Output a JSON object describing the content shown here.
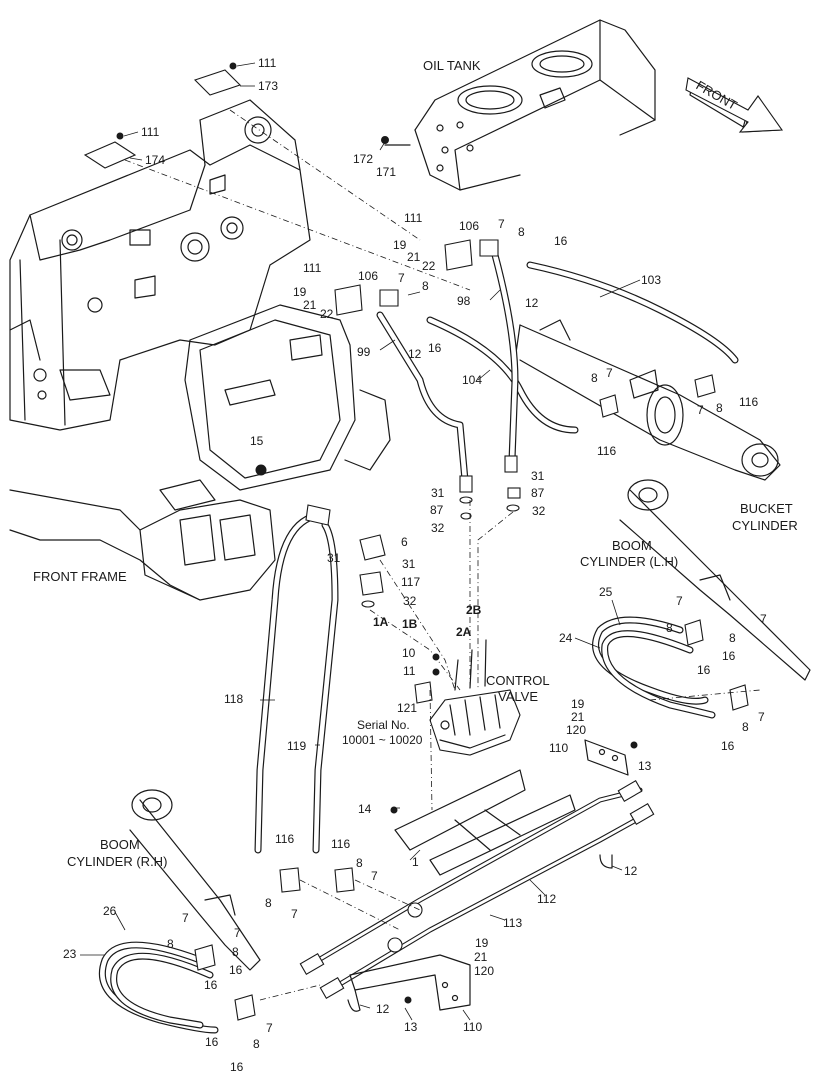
{
  "titles": {
    "oil_tank": "OIL TANK",
    "front": "FRONT",
    "front_frame": "FRONT FRAME",
    "bucket_cylinder_1": "BUCKET",
    "bucket_cylinder_2": "CYLINDER",
    "boom_lh_1": "BOOM",
    "boom_lh_2": "CYLINDER (L.H)",
    "boom_rh_1": "BOOM",
    "boom_rh_2": "CYLINDER (R.H)",
    "control_valve_1": "CONTROL",
    "control_valve_2": "VALVE",
    "serial_1": "Serial No.",
    "serial_2": "10001 ~ 10020"
  },
  "port_labels": {
    "p1a": "1A",
    "p1b": "1B",
    "p2a": "2A",
    "p2b": "2B"
  },
  "callouts": [
    "111",
    "173",
    "111",
    "174",
    "172",
    "171",
    "111",
    "106",
    "7",
    "8",
    "16",
    "19",
    "21",
    "22",
    "98",
    "12",
    "103",
    "111",
    "106",
    "7",
    "8",
    "19",
    "21",
    "22",
    "99",
    "12",
    "16",
    "104",
    "8",
    "7",
    "7",
    "8",
    "116",
    "116",
    "15",
    "31",
    "87",
    "32",
    "31",
    "87",
    "32",
    "6",
    "31",
    "31",
    "117",
    "32",
    "10",
    "11",
    "121",
    "25",
    "7",
    "7",
    "24",
    "8",
    "8",
    "16",
    "16",
    "8",
    "7",
    "19",
    "21",
    "120",
    "16",
    "110",
    "13",
    "14",
    "1",
    "118",
    "119",
    "116",
    "116",
    "8",
    "7",
    "8",
    "7",
    "12",
    "112",
    "113",
    "26",
    "7",
    "7",
    "23",
    "8",
    "8",
    "16",
    "16",
    "19",
    "21",
    "120",
    "12",
    "13",
    "110",
    "16",
    "8",
    "7",
    "16"
  ]
}
